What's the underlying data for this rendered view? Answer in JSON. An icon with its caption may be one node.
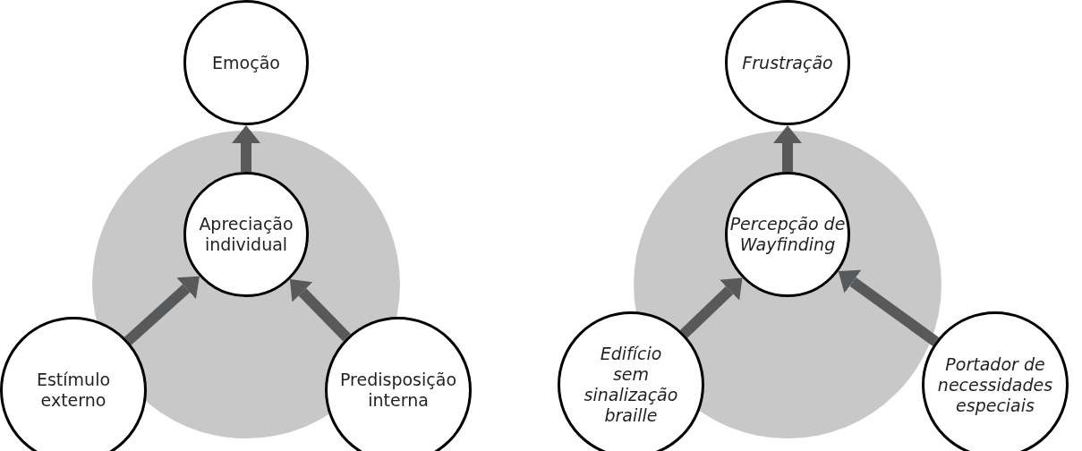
{
  "diagram": {
    "nodes": [
      {
        "text": [],
        "shape": "circle"
      },
      {
        "text": [
          "Emoção"
        ]
      },
      {
        "text": [
          "Apreciação individual"
        ],
        "in": 0
      },
      {
        "text": [
          "Estímulo externo"
        ]
      },
      {
        "text": [
          "Predisposição interna"
        ]
      },
      {
        "text": [],
        "shape": "circle"
      },
      {
        "text": [
          "Frustração"
        ]
      },
      {
        "text": [
          "Percepção de Wayfinding"
        ],
        "in": 5
      },
      {
        "text": [
          "Edifício sem sinalização braille"
        ]
      },
      {
        "text": [
          "Portador de necessidades especiais"
        ]
      }
    ],
    "edges": [
      {
        "from": 2,
        "to": 1,
        "arrow": "to"
      },
      {
        "from": 3,
        "to": 2,
        "arrow": "to"
      },
      {
        "from": 4,
        "to": 2,
        "arrow": "to"
      },
      {
        "from": 7,
        "to": 6,
        "arrow": "to"
      },
      {
        "from": 8,
        "to": 7,
        "arrow": "to"
      },
      {
        "from": 9,
        "to": 7,
        "arrow": "to"
      }
    ]
  }
}
